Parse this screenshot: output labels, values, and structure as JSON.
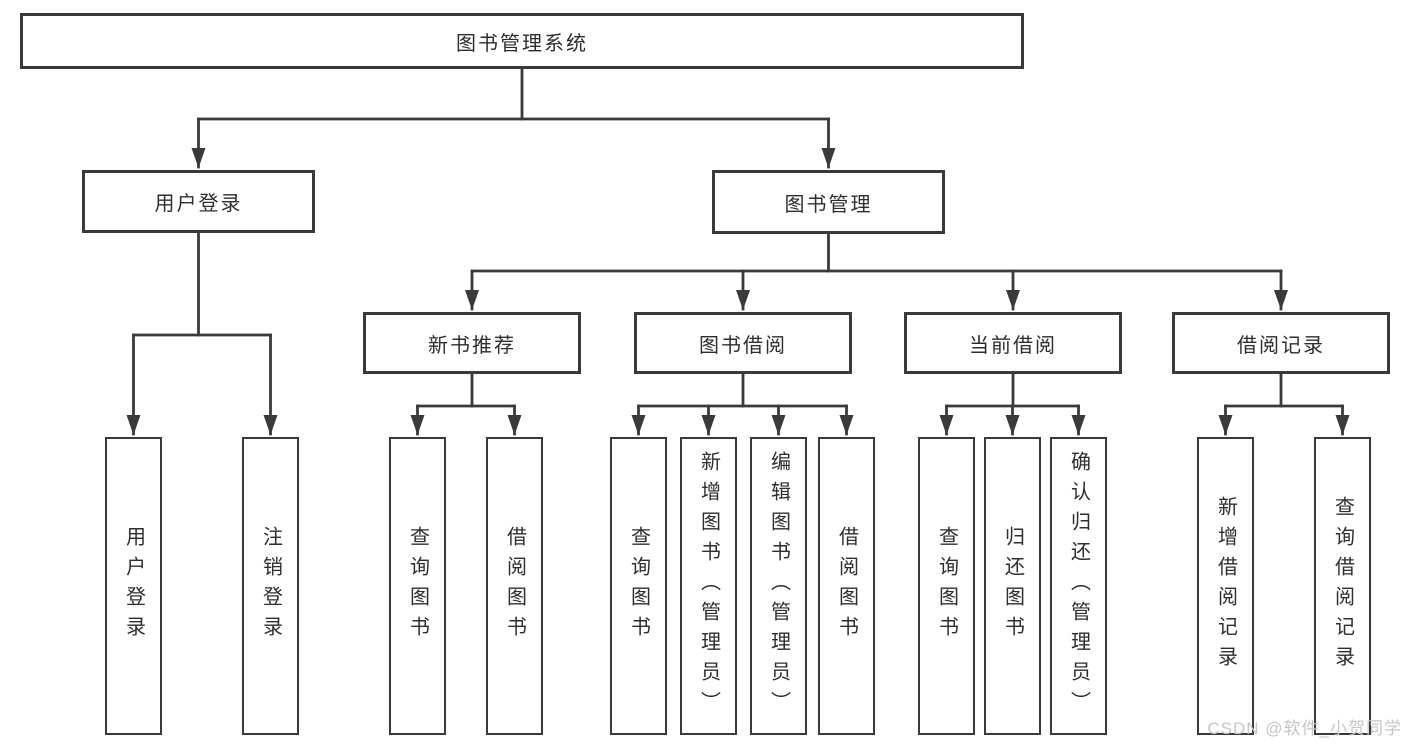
{
  "tree": {
    "label": "图书管理系统",
    "children": [
      {
        "label": "用户登录",
        "children": [
          {
            "label": "用户登录"
          },
          {
            "label": "注销登录"
          }
        ]
      },
      {
        "label": "图书管理",
        "children": [
          {
            "label": "新书推荐",
            "children": [
              {
                "label": "查询图书"
              },
              {
                "label": "借阅图书"
              }
            ]
          },
          {
            "label": "图书借阅",
            "children": [
              {
                "label": "查询图书"
              },
              {
                "label": "新增图书（管理员）"
              },
              {
                "label": "编辑图书（管理员）"
              },
              {
                "label": "借阅图书"
              }
            ]
          },
          {
            "label": "当前借阅",
            "children": [
              {
                "label": "查询图书"
              },
              {
                "label": "归还图书"
              },
              {
                "label": "确认归还（管理员）"
              }
            ]
          },
          {
            "label": "借阅记录",
            "children": [
              {
                "label": "新增借阅记录"
              },
              {
                "label": "查询借阅记录"
              }
            ]
          }
        ]
      }
    ]
  },
  "watermark": "CSDN @软件_小贺同学",
  "colors": {
    "line": "#3a3a3a",
    "text": "#2e2e2e",
    "background": "#ffffff",
    "watermark": "#c6c6c6"
  }
}
